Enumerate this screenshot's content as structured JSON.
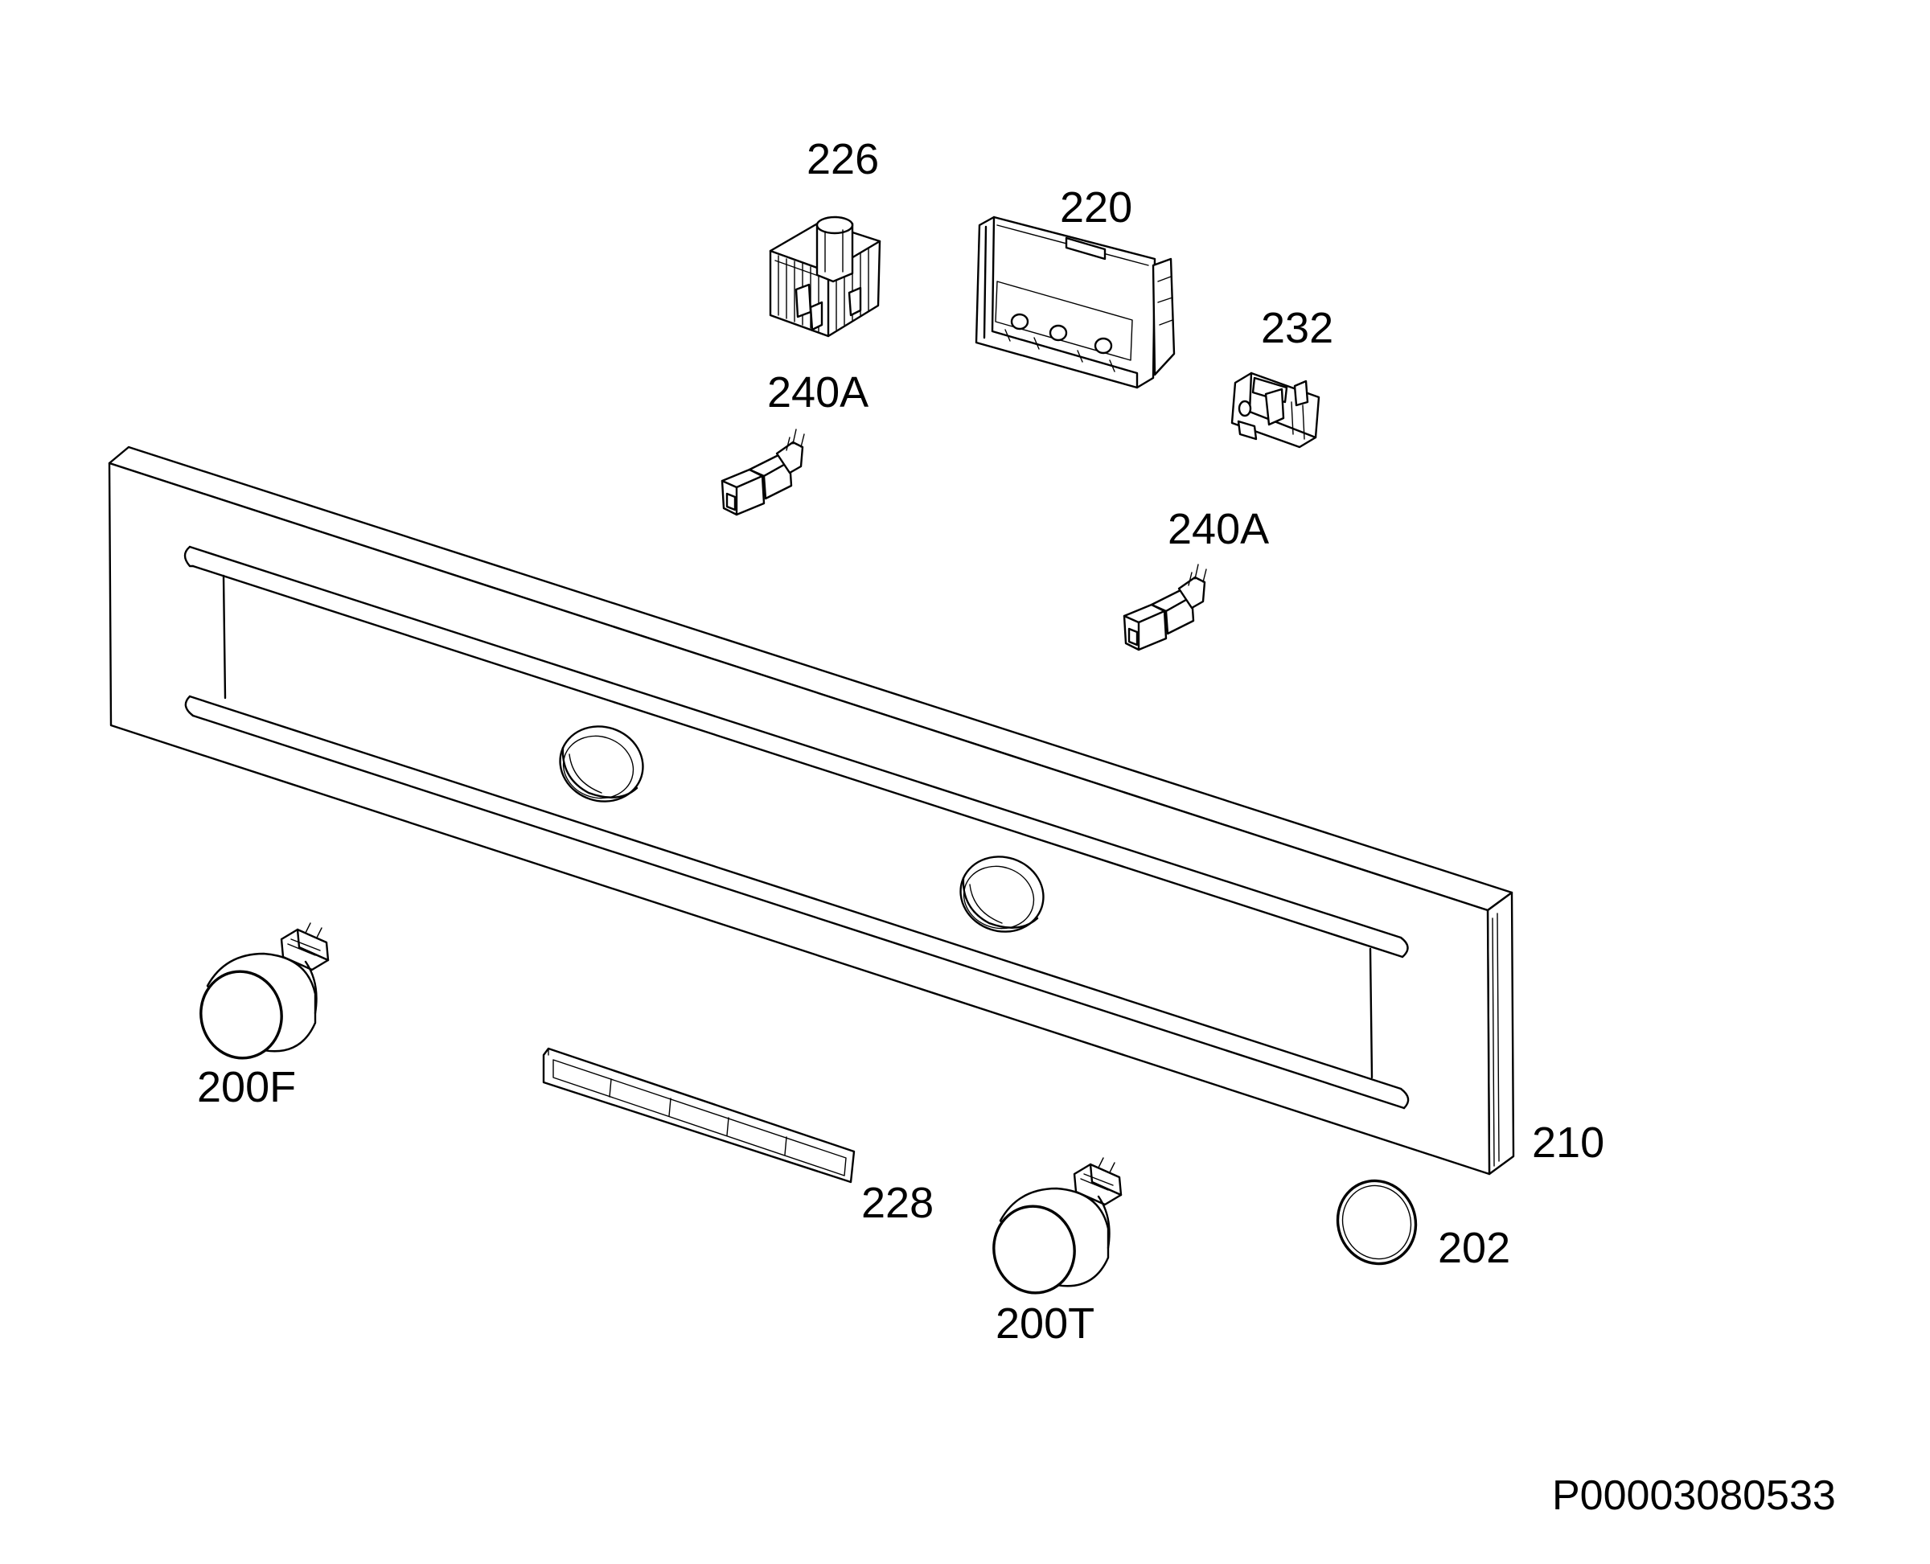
{
  "diagram": {
    "labels": {
      "p226": "226",
      "p220": "220",
      "p232": "232",
      "p240a_top": "240A",
      "p240a_mid": "240A",
      "p200f": "200F",
      "p228": "228",
      "p200t": "200T",
      "p210": "210",
      "p202": "202"
    },
    "document_id": "P00003080533"
  }
}
